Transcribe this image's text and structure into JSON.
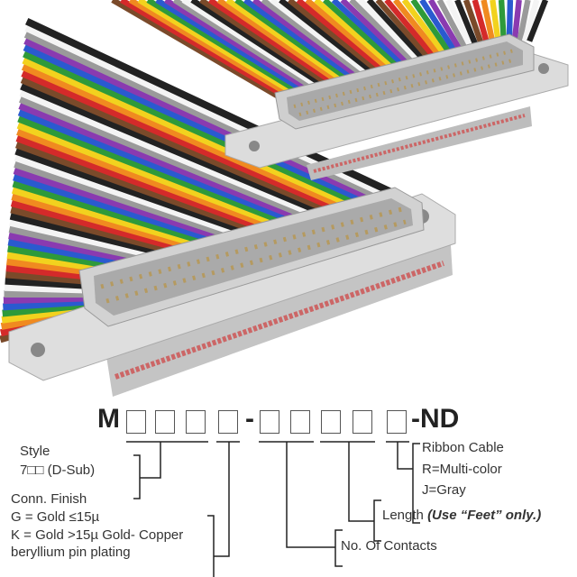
{
  "part_number": {
    "prefix": "M",
    "separator": "-",
    "suffix": "-ND"
  },
  "style": {
    "title": "Style",
    "value": "7□□ (D-Sub)"
  },
  "finish": {
    "title": "Conn. Finish",
    "g": "G = Gold ≤15µ",
    "k": "K = Gold >15µ Gold- Copper",
    "k2": "beryllium pin plating"
  },
  "contacts": {
    "title": "No. Of Contacts"
  },
  "length": {
    "title": "Length",
    "note": "(Use “Feet” only.)"
  },
  "cable": {
    "title": "Ribbon Cable",
    "r": "R=Multi-color",
    "j": "J=Gray"
  },
  "wire_colors": [
    "#7a4a2a",
    "#d42a2a",
    "#f08a20",
    "#f2d21e",
    "#2e9a3a",
    "#2a5ad0",
    "#8a3ab0",
    "#9a9a9a",
    "#f4f4f4",
    "#222222"
  ]
}
